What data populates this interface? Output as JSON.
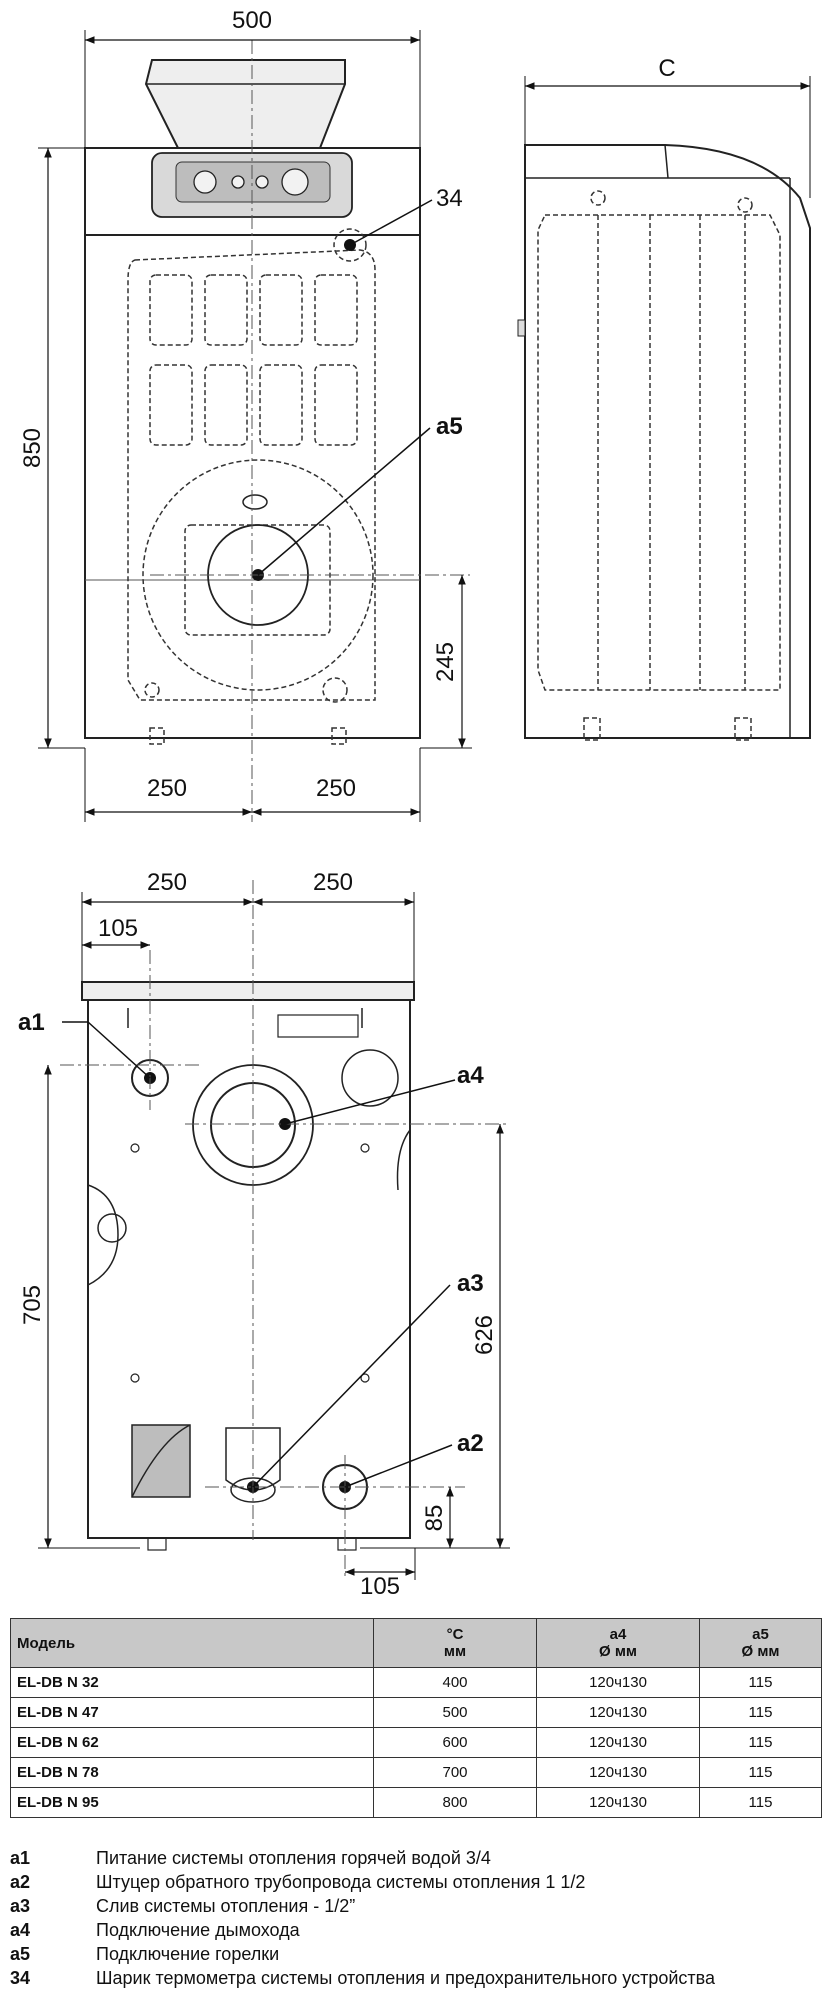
{
  "front_view": {
    "dim_width": "500",
    "dim_height": "850",
    "dim_left_half": "250",
    "dim_right_half": "250",
    "dim_burner_height": "245",
    "label_a5": "a5",
    "label_34": "34"
  },
  "side_view": {
    "dim_depth": "C"
  },
  "rear_view": {
    "dim_left_half": "250",
    "dim_right_half": "250",
    "dim_a1_offset": "105",
    "dim_a2_offset": "105",
    "dim_height": "705",
    "dim_a4_height": "626",
    "dim_a2_height": "85",
    "label_a1": "a1",
    "label_a2": "a2",
    "label_a3": "a3",
    "label_a4": "a4"
  },
  "table": {
    "headers": [
      {
        "line1": "Модель",
        "line2": ""
      },
      {
        "line1": "°C",
        "line2": "мм"
      },
      {
        "line1": "a4",
        "line2": "Ø мм"
      },
      {
        "line1": "a5",
        "line2": "Ø мм"
      }
    ],
    "rows": [
      {
        "model": "EL-DB N 32",
        "c": "400",
        "a4": "120ч130",
        "a5": "115"
      },
      {
        "model": "EL-DB N 47",
        "c": "500",
        "a4": "120ч130",
        "a5": "115"
      },
      {
        "model": "EL-DB N 62",
        "c": "600",
        "a4": "120ч130",
        "a5": "115"
      },
      {
        "model": "EL-DB N 78",
        "c": "700",
        "a4": "120ч130",
        "a5": "115"
      },
      {
        "model": "EL-DB N 95",
        "c": "800",
        "a4": "120ч130",
        "a5": "115"
      }
    ]
  },
  "legend": [
    {
      "key": "a1",
      "text": "Питание системы отопления горячей водой 3/4"
    },
    {
      "key": "a2",
      "text": "Штуцер обратного трубопровода системы отопления 1 1/2"
    },
    {
      "key": "a3",
      "text": "Слив системы отопления - 1/2”"
    },
    {
      "key": "a4",
      "text": "Подключение дымохода"
    },
    {
      "key": "a5",
      "text": "Подключение горелки"
    },
    {
      "key": "34",
      "text": "Шарик термометра системы отопления и предохранительного устройства"
    }
  ]
}
